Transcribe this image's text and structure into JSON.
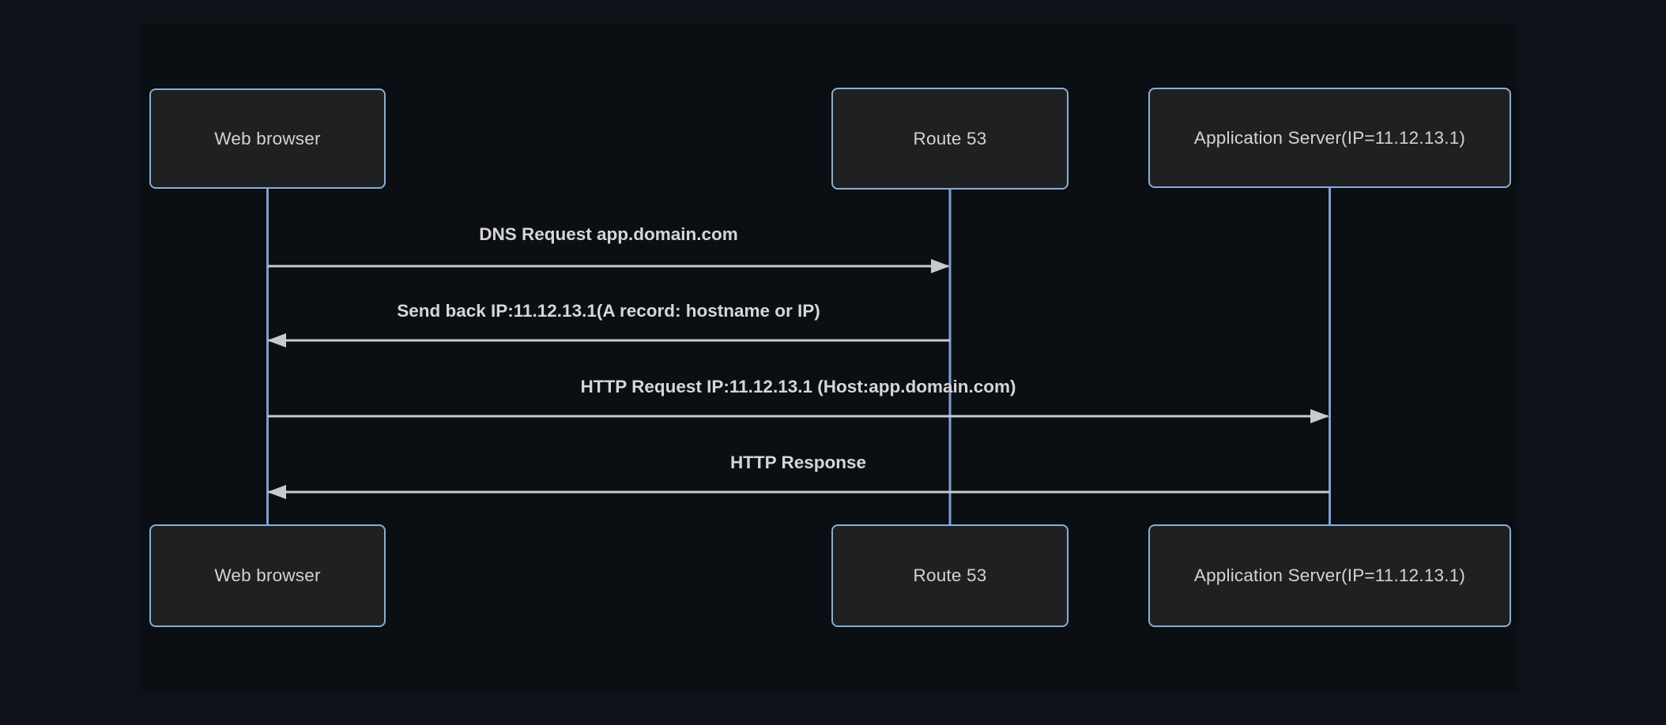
{
  "diagram": {
    "type": "sequence-diagram",
    "theme": {
      "page_background": "#0e1117",
      "diagram_background": "#0b0e13",
      "actor_fill": "#1e2021",
      "actor_border": "#86aedb",
      "actor_text_color": "#d3d3d3",
      "lifeline_color": "#7f9fce",
      "message_line_color": "#c8cacb",
      "message_text_color": "#d6d6d6"
    },
    "actors": [
      {
        "id": "web-browser",
        "label": "Web browser"
      },
      {
        "id": "route-53",
        "label": "Route 53"
      },
      {
        "id": "app-server",
        "label": "Application Server(IP=11.12.13.1)"
      }
    ],
    "messages": [
      {
        "from": "web-browser",
        "to": "route-53",
        "direction": "right",
        "label": "DNS Request app.domain.com"
      },
      {
        "from": "route-53",
        "to": "web-browser",
        "direction": "left",
        "label": "Send back IP:11.12.13.1(A record: hostname or IP)"
      },
      {
        "from": "web-browser",
        "to": "app-server",
        "direction": "right",
        "label": "HTTP Request IP:11.12.13.1 (Host:app.domain.com)"
      },
      {
        "from": "app-server",
        "to": "web-browser",
        "direction": "left",
        "label": "HTTP Response"
      }
    ]
  }
}
